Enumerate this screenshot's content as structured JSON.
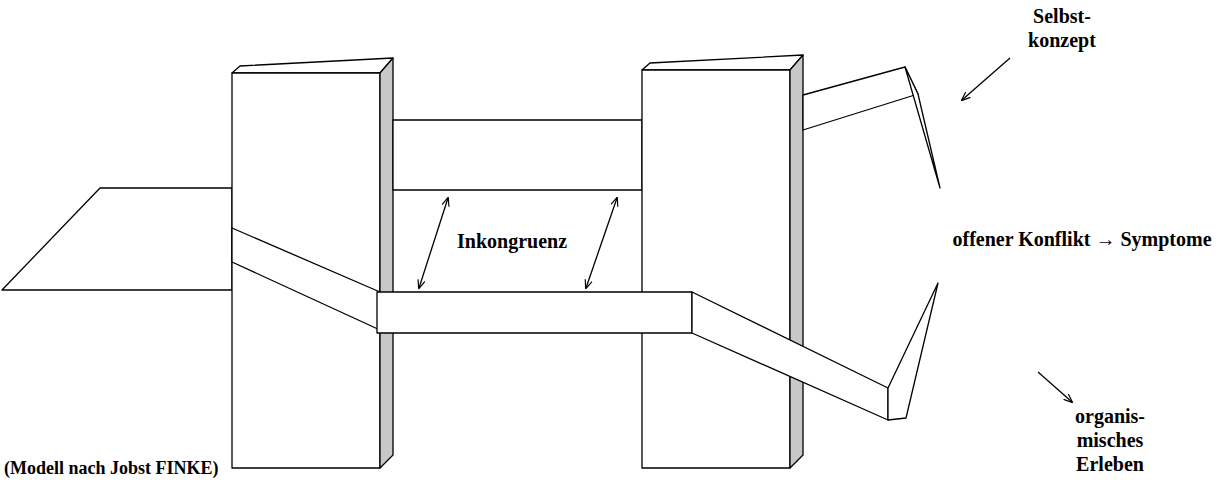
{
  "diagram": {
    "caption": "(Modell nach Jobst FINKE)",
    "labels": [
      "Selbst- konzept",
      "Inkongruenz",
      "offener Konflikt → Symptome",
      "organis- misches Erleben"
    ]
  }
}
